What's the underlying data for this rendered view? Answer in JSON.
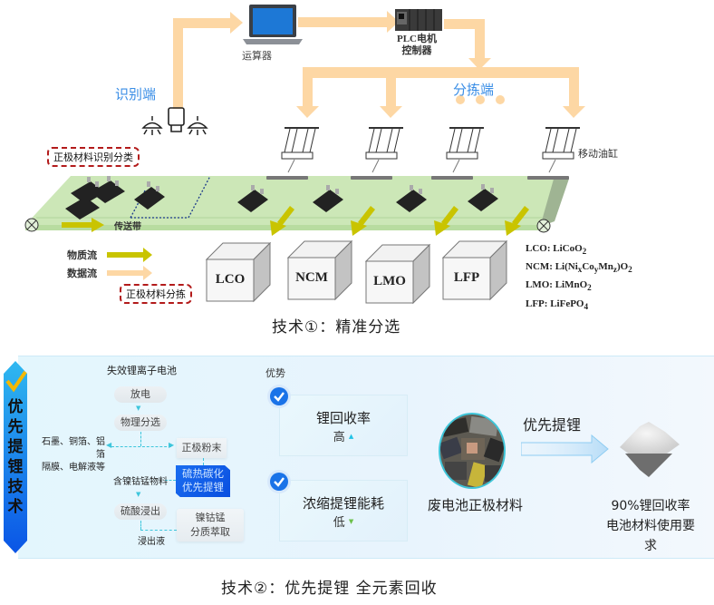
{
  "diagram1": {
    "nodes": {
      "computer": "运算器",
      "plc_line1": "PLC电机",
      "plc_line2": "控制器",
      "recognition_end": "识别端",
      "sorting_end": "分拣端",
      "moving_cylinder": "移动油缸",
      "conveyor": "传送带"
    },
    "tags": {
      "identify_classify": "正极材料识别分类",
      "sorting": "正极材料分拣"
    },
    "legend": {
      "material_flow": "物质流",
      "data_flow": "数据流"
    },
    "bins": [
      "LCO",
      "NCM",
      "LMO",
      "LFP"
    ],
    "formulas": [
      {
        "abbr": "LCO:",
        "formula_html": "LiCoO<sub>2</sub>"
      },
      {
        "abbr": "NCM:",
        "formula_html": "Li(Ni<sub>x</sub>Co<sub>y</sub>Mn<sub>z</sub>)O<sub>2</sub>"
      },
      {
        "abbr": "LMO:",
        "formula_html": "LiMnO<sub>2</sub>"
      },
      {
        "abbr": "LFP:",
        "formula_html": "LiFePO<sub>4</sub>"
      }
    ],
    "caption": "技术①：精准分选"
  },
  "diagram2": {
    "ribbon_title": [
      "优",
      "先",
      "提",
      "锂",
      "技",
      "术"
    ],
    "flow": {
      "title": "失效锂离子电池",
      "discharge": "放电",
      "physical_sort": "物理分选",
      "byproducts_line1": "石墨、铜箔、铝箔",
      "byproducts_line2": "隔膜、电解液等",
      "cathode_powder": "正极粉末",
      "highlight_line1": "硫热碳化",
      "highlight_line2": "优先提锂",
      "ni_co_mn_material": "含镍钴锰物料",
      "acid_leach": "硫酸浸出",
      "leachate": "浸出液",
      "extraction_line1": "镍钴锰",
      "extraction_line2": "分质萃取"
    },
    "advantages": {
      "heading": "优势",
      "items": [
        {
          "title": "锂回收率",
          "value": "高",
          "trend": "up",
          "trend_glyph": "▲",
          "trend_color": "#22c3e6"
        },
        {
          "title": "浓缩提锂能耗",
          "value": "低",
          "trend": "down",
          "trend_glyph": "▼",
          "trend_color": "#6cc04a"
        }
      ]
    },
    "input_label": "废电池正极材料",
    "process_label": "优先提锂",
    "output_line1": "90%锂回收率",
    "output_line2": "电池材料使用要求",
    "caption": "技术②：优先提锂 全元素回收"
  },
  "colors": {
    "data_flow": "#fdd7a4",
    "material_flow": "#c9c400",
    "conveyor": "#c9e6b3",
    "accent_blue": "#1a6df0",
    "tag_red": "#b31b1b"
  }
}
